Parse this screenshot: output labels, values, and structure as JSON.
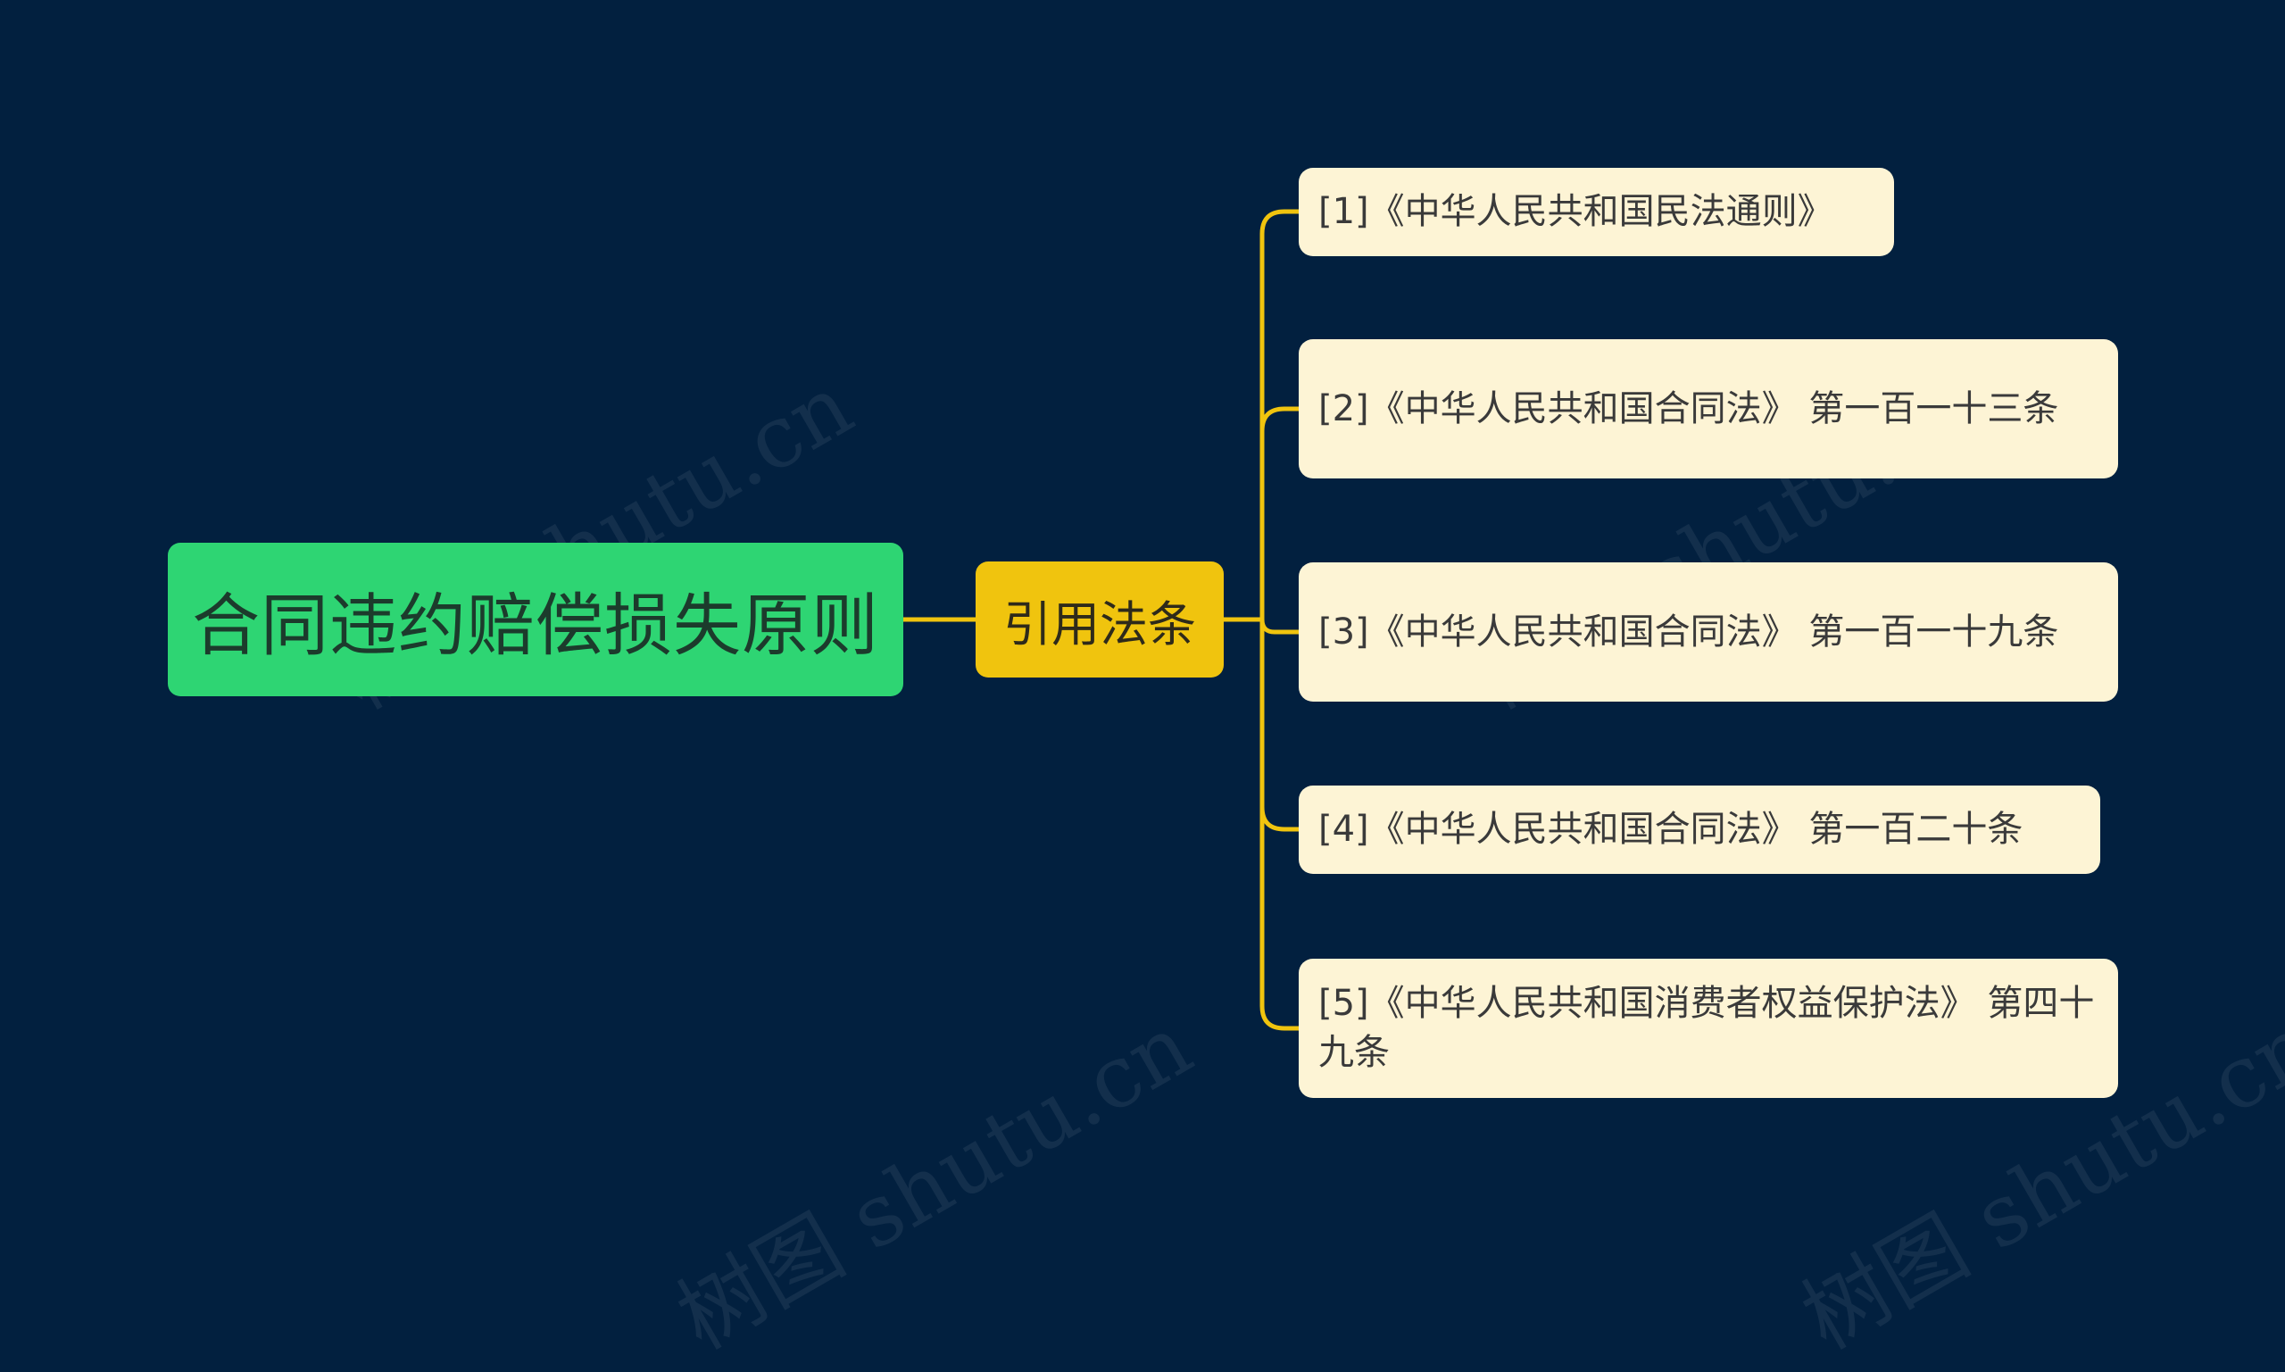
{
  "watermark": "树图 shutu.cn",
  "colors": {
    "background": "#02203f",
    "root": "#2ed573",
    "branch": "#f0c40e",
    "leaf": "#fdf4d5",
    "connector": "#f0c40e"
  },
  "root": {
    "label": "合同违约赔偿损失原则"
  },
  "branch": {
    "label": "引用法条"
  },
  "leaves": [
    {
      "label": "[1]《中华人民共和国民法通则》"
    },
    {
      "label": "[2]《中华人民共和国合同法》 第一百一十三条"
    },
    {
      "label": "[3]《中华人民共和国合同法》 第一百一十九条"
    },
    {
      "label": "[4]《中华人民共和国合同法》 第一百二十条"
    },
    {
      "label": "[5]《中华人民共和国消费者权益保护法》 第四十九条"
    }
  ]
}
